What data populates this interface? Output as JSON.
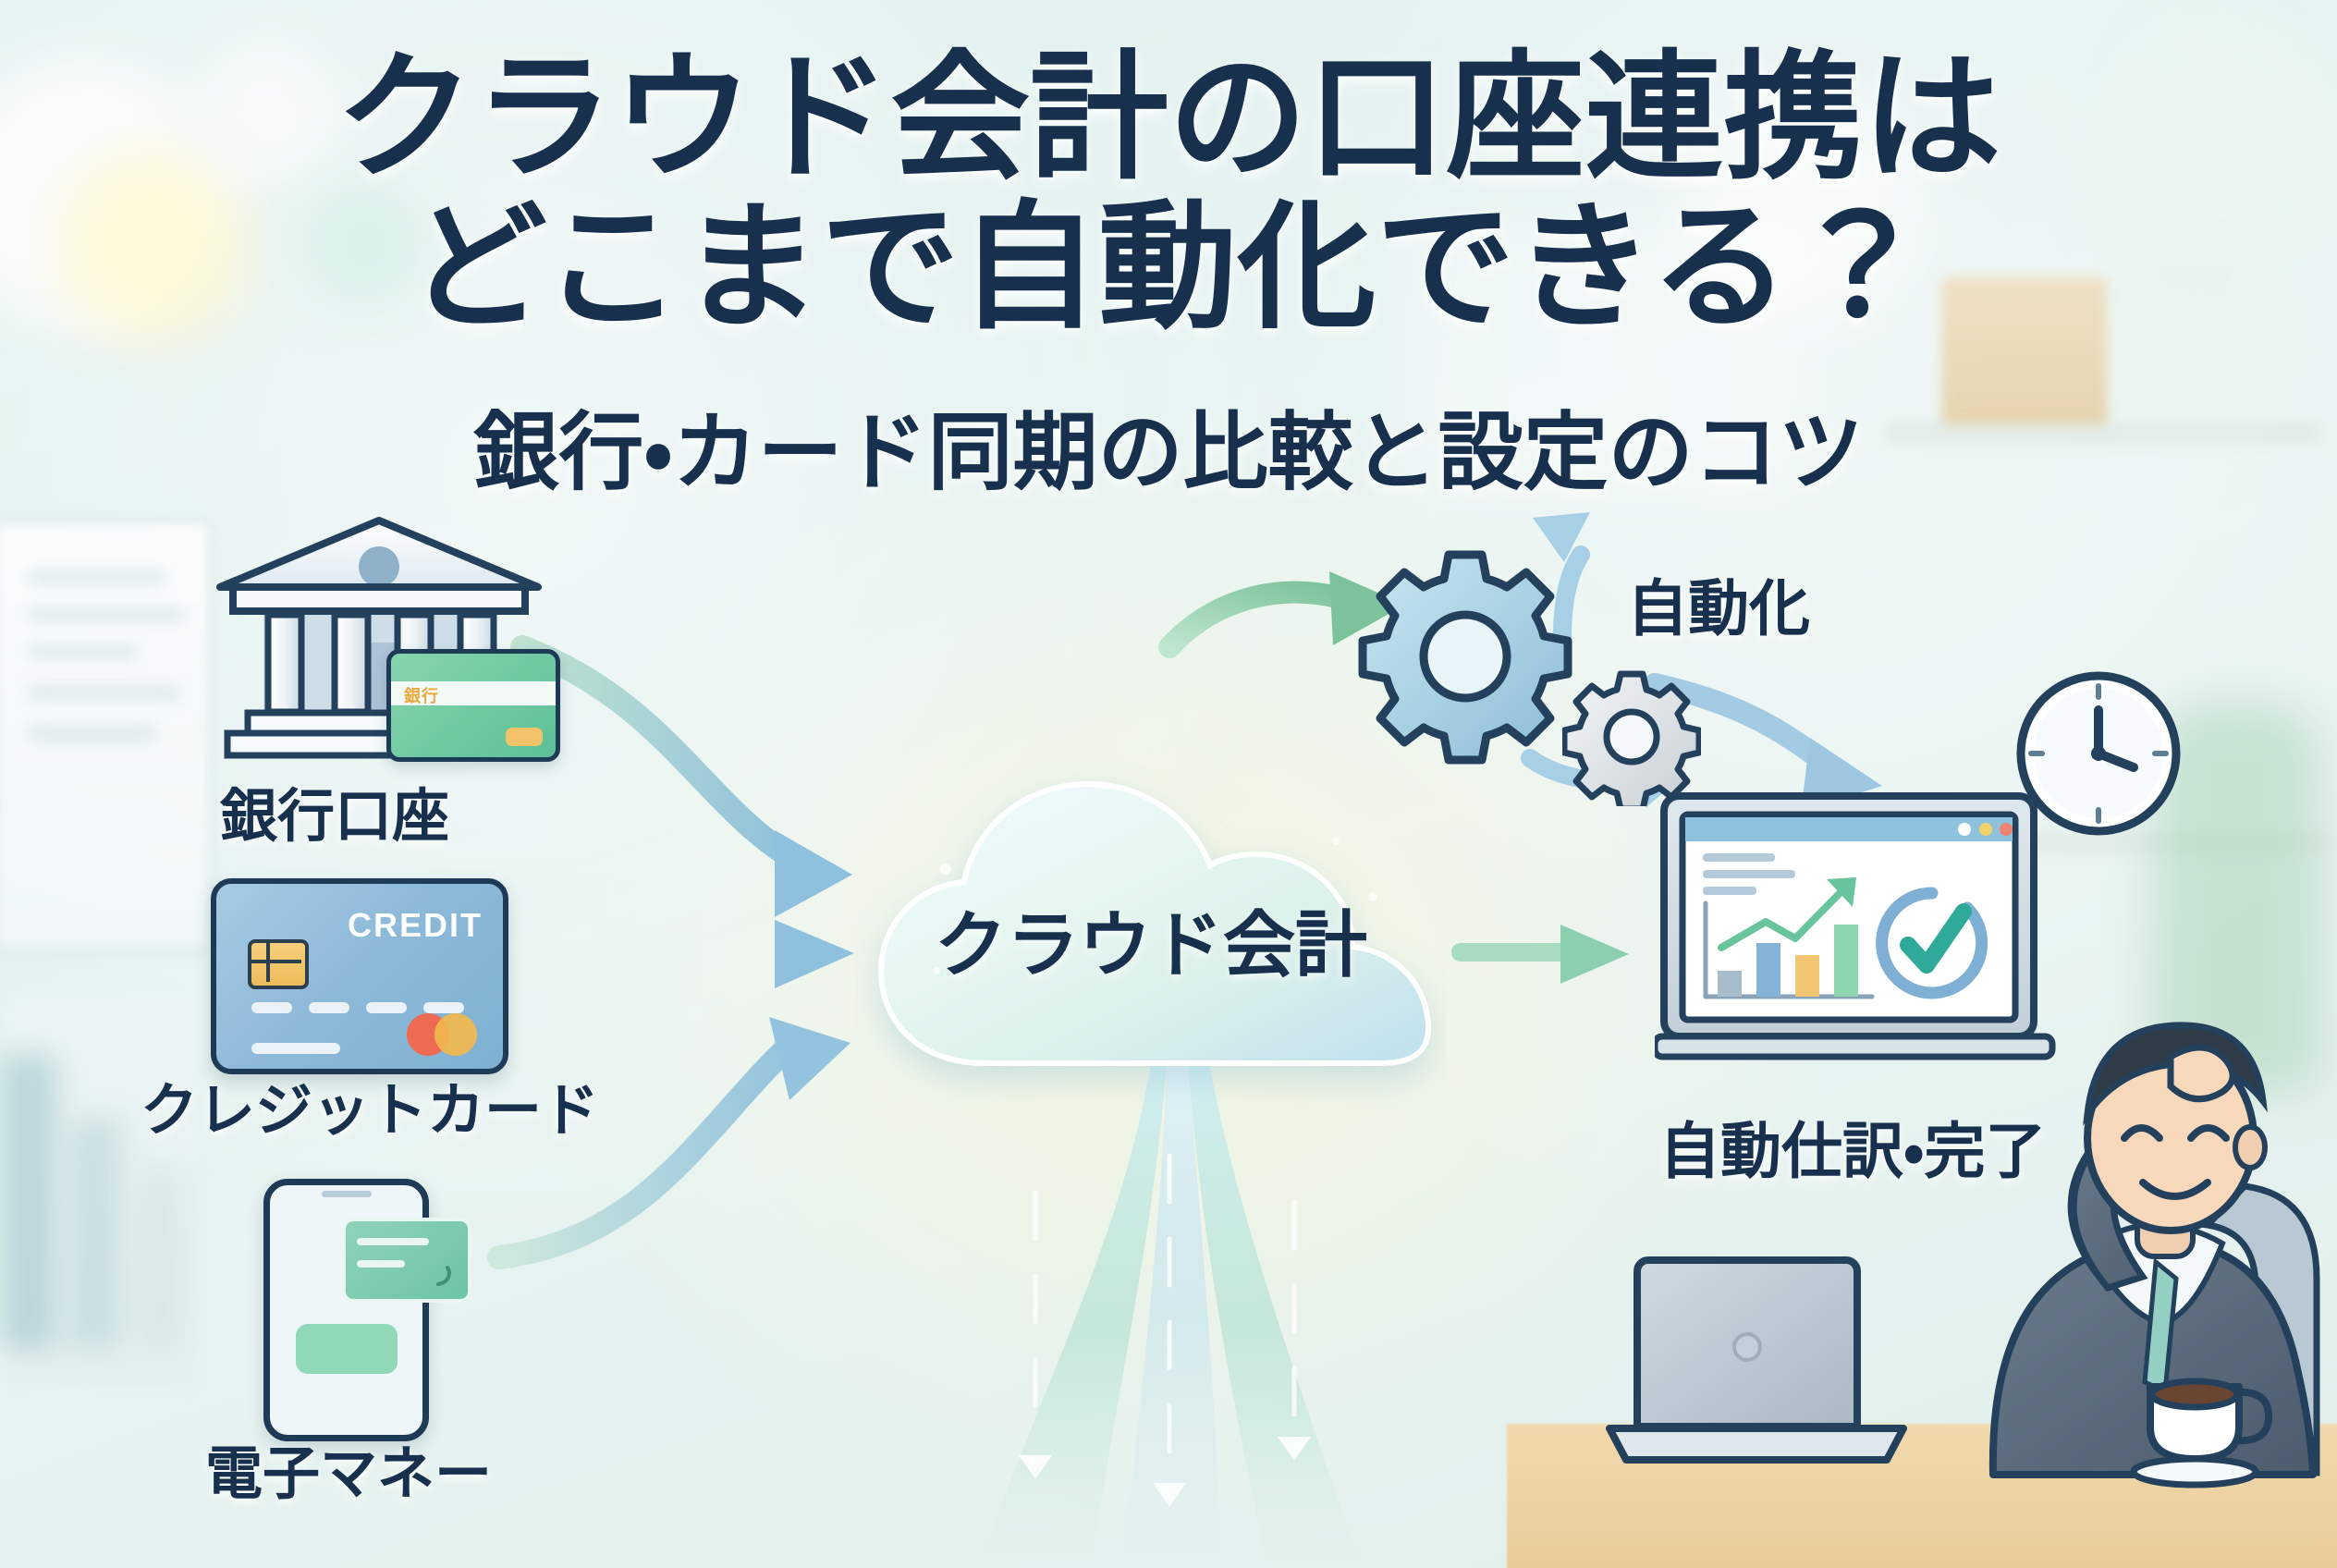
{
  "meta": {
    "domain": "infographic-header",
    "lang": "ja"
  },
  "colors": {
    "background_top": "#e4f2ef",
    "background_bottom": "#e2f0ec",
    "text_navy": "#16304d",
    "accent_green": "#6cc3a3",
    "accent_blue": "#8db9d8",
    "accent_teal": "#2fa99a",
    "card_orange": "#f1b84e",
    "card_red": "#ef6a53",
    "arrow_blue": "#9fc8e0",
    "arrow_green": "#a6dcc0"
  },
  "header": {
    "title_line1": "クラウド会計の口座連携は",
    "title_line2": "どこまで自動化できる？",
    "subtitle": "銀行・カード同期の比較と設定のコツ"
  },
  "sources": [
    {
      "id": "bank",
      "label": "銀行口座",
      "icon": "bank-building-icon"
    },
    {
      "id": "credit",
      "label": "クレジットカード",
      "icon": "credit-card-icon"
    },
    {
      "id": "emoney",
      "label": "電子マネー",
      "icon": "smartphone-wallet-icon"
    }
  ],
  "card_art": {
    "bank_card_text": "銀行",
    "credit_card_text": "CREDIT"
  },
  "hub": {
    "label": "クラウド会計",
    "icon": "cloud-icon"
  },
  "automation": {
    "label": "自動化",
    "icon": "gears-icon"
  },
  "result": {
    "label": "自動仕訳・完了",
    "icon": "laptop-dashboard-icon",
    "clock_icon": "clock-icon",
    "check_icon": "check-circle-icon"
  },
  "dashboard": {
    "window_dots": [
      "#ffffff",
      "#f2d26a",
      "#f0836f"
    ],
    "bars": [
      {
        "value": 28,
        "color": "#a9bccb"
      },
      {
        "value": 58,
        "color": "#86b4d8"
      },
      {
        "value": 45,
        "color": "#f2c571"
      },
      {
        "value": 78,
        "color": "#8ed6b0"
      }
    ],
    "trend_icon": "trending-up-arrow-icon",
    "check_icon": "check-circle-icon"
  },
  "person": {
    "icon": "businessman-relaxed-icon",
    "coffee_icon": "coffee-cup-icon",
    "laptop_icon": "laptop-icon"
  }
}
